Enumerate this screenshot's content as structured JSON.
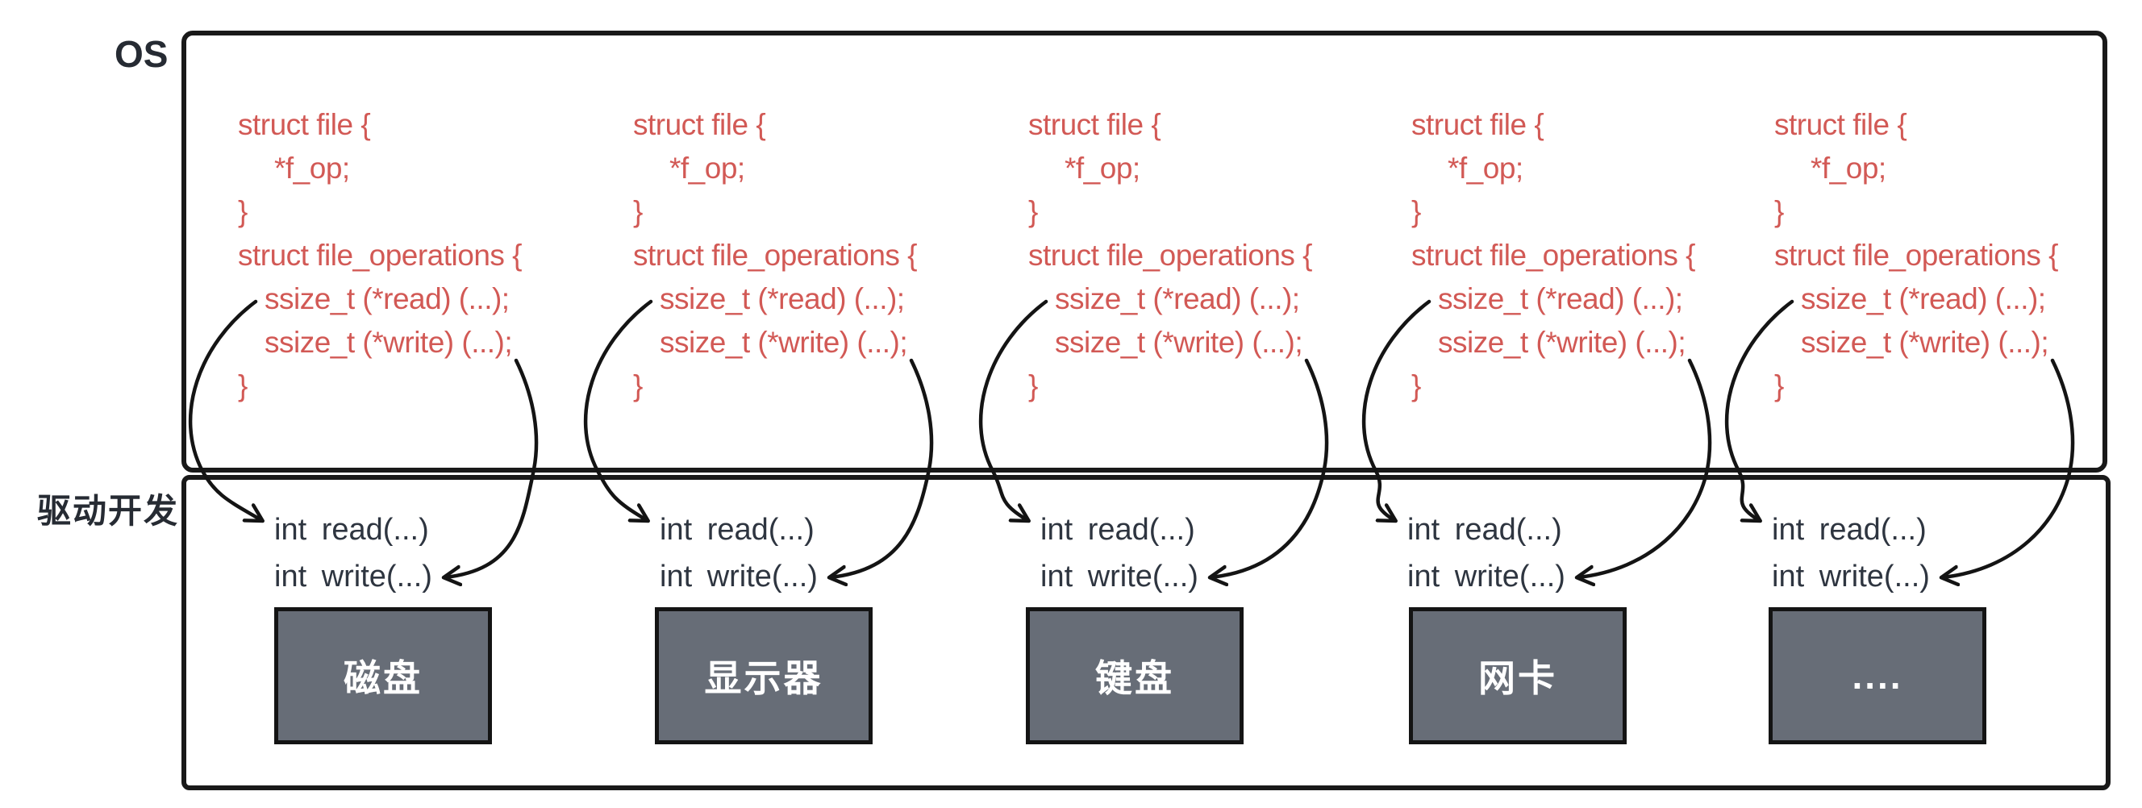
{
  "os_box": {
    "label": "OS",
    "code_lines": [
      "struct file {",
      "*f_op;",
      "}",
      "struct file_operations {",
      "ssize_t (*read) (...);",
      "ssize_t (*write) (...);",
      "}"
    ]
  },
  "driver_box": {
    "label": "驱动开发",
    "driver_functions": [
      "int read(...)",
      "int write(...)"
    ],
    "devices": [
      "磁盘",
      "显示器",
      "键盘",
      "网卡",
      "...."
    ]
  },
  "colors": {
    "code_red": "#d25955",
    "driver_text": "#2e3540",
    "device_box_fill": "#676d77",
    "outline_black": "#191919",
    "label_dark": "#262b33"
  }
}
